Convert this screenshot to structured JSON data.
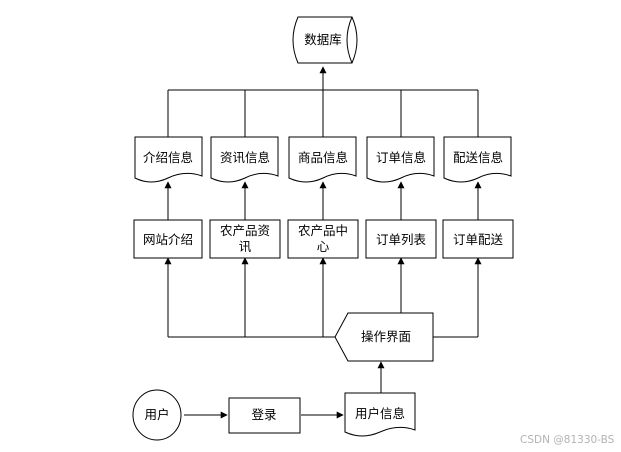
{
  "nodes": {
    "database": "数据库",
    "info_intro": "介绍信息",
    "info_news": "资讯信息",
    "info_goods": "商品信息",
    "info_order": "订单信息",
    "info_delivery": "配送信息",
    "mod_site_intro": "网站介绍",
    "mod_news_line1": "农产品资",
    "mod_news_line2": "讯",
    "mod_center_line1": "农产品中",
    "mod_center_line2": "心",
    "mod_order_list": "订单列表",
    "mod_order_delivery": "订单配送",
    "operation_ui": "操作界面",
    "user": "用户",
    "login": "登录",
    "user_info": "用户信息"
  },
  "watermark": "CSDN @81330-BS"
}
